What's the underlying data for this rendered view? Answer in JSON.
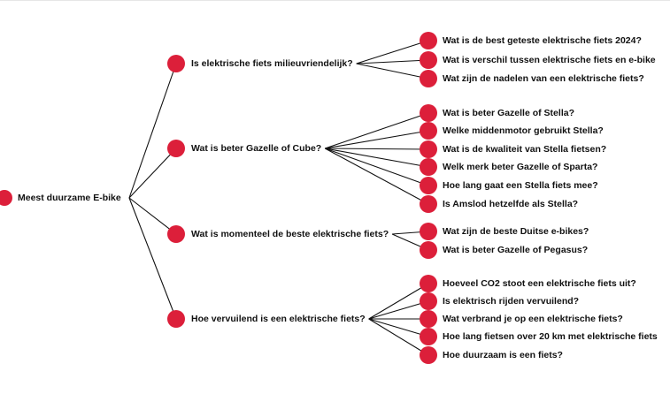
{
  "root": {
    "label": "Meest duurzame E-bike"
  },
  "branches": [
    {
      "label": "Is elektrische fiets milieuvriendelijk?",
      "children": [
        "Wat is de best geteste elektrische fiets 2024?",
        "Wat is verschil tussen elektrische fiets en e-bike",
        "Wat zijn de nadelen van een elektrische fiets?"
      ]
    },
    {
      "label": "Wat is beter Gazelle of Cube?",
      "children": [
        "Wat is beter Gazelle of Stella?",
        "Welke middenmotor gebruikt Stella?",
        "Wat is de kwaliteit van Stella fietsen?",
        "Welk merk beter Gazelle of Sparta?",
        "Hoe lang gaat een Stella fiets mee?",
        "Is Amslod hetzelfde als Stella?"
      ]
    },
    {
      "label": "Wat is momenteel de beste elektrische fiets?",
      "children": [
        "Wat zijn de beste Duitse e-bikes?",
        "Wat is beter Gazelle of Pegasus?"
      ]
    },
    {
      "label": "Hoe vervuilend is een elektrische fiets?",
      "children": [
        "Hoeveel CO2 stoot een elektrische fiets uit?",
        "Is elektrisch rijden vervuilend?",
        "Wat verbrand je op een elektrische fiets?",
        "Hoe lang fietsen over 20 km met elektrische fiets",
        "Hoe duurzaam is een fiets?"
      ]
    }
  ],
  "colors": {
    "node": "#dc1f3a",
    "edge": "#111111",
    "text": "#111111"
  }
}
